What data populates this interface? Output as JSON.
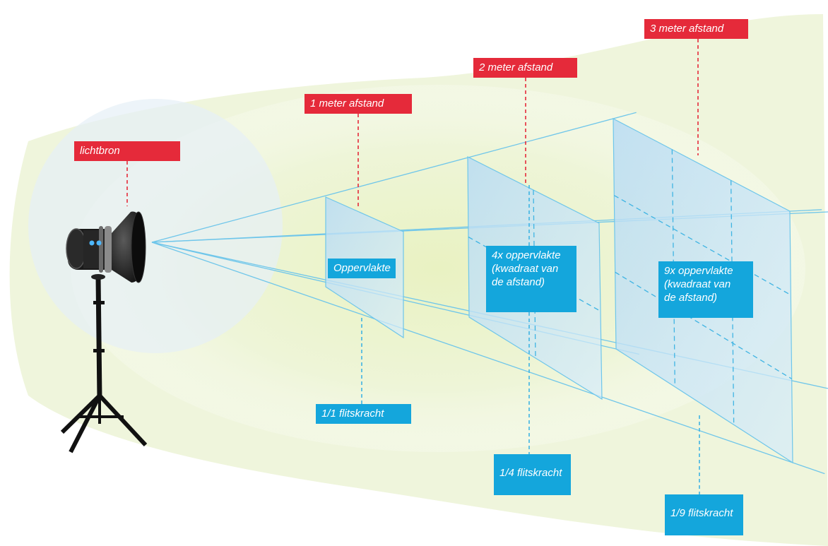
{
  "colors": {
    "label_red": "#e52a3a",
    "label_blue": "#14a6dc",
    "ray_blue": "#6fc6ea",
    "dash_red": "#e52a3a",
    "dash_blue": "#3fb4e3"
  },
  "light_source": {
    "label": "lichtbron",
    "icon": "studio-flash-on-tripod-icon"
  },
  "distances": [
    {
      "label": "1 meter afstand"
    },
    {
      "label": "2 meter afstand"
    },
    {
      "label": "3 meter afstand"
    }
  ],
  "areas": [
    {
      "label": "Oppervlakte",
      "grid": 1
    },
    {
      "label": "4x oppervlakte\n(kwadraat van\nde afstand)",
      "grid": 2
    },
    {
      "label": "9x oppervlakte\n(kwadraat van\nde afstand)",
      "grid": 3
    }
  ],
  "flash_power": [
    {
      "label": "1/1 flitskracht"
    },
    {
      "label": "1/4 flitskracht"
    },
    {
      "label": "1/9 flitskracht"
    }
  ]
}
